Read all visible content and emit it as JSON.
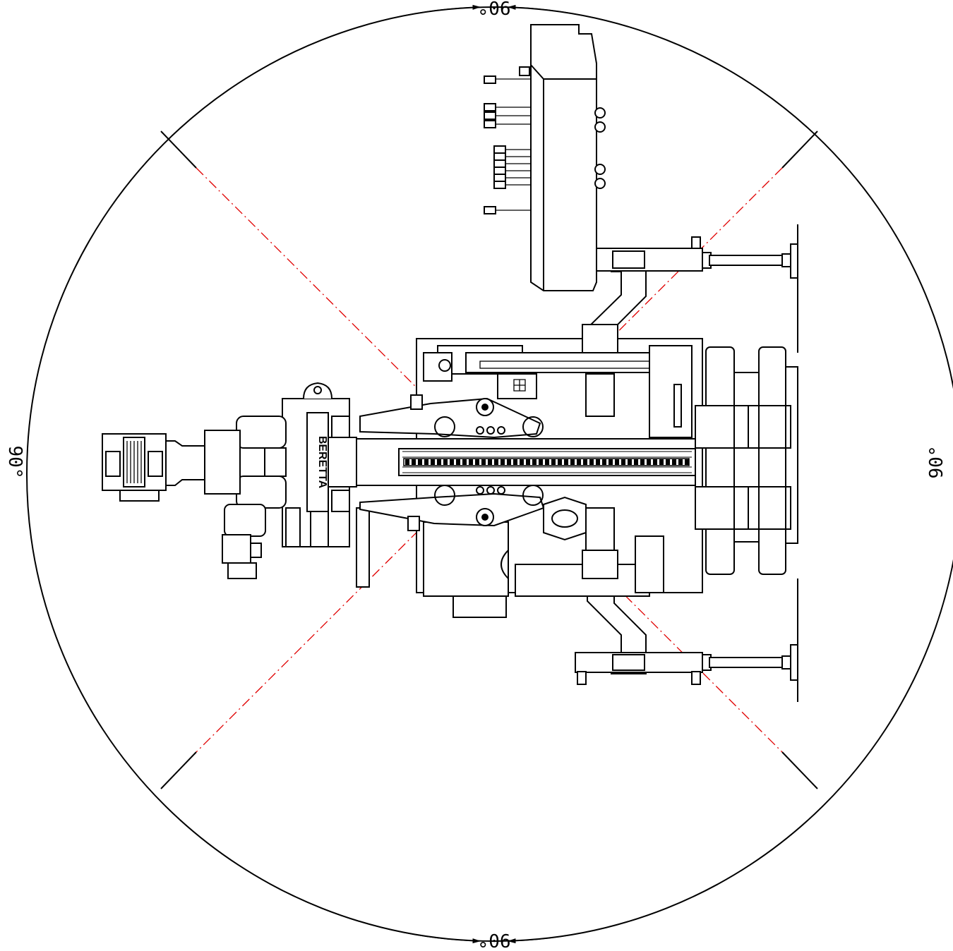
{
  "angle_labels": {
    "top": "90°",
    "bottom": "90°",
    "left": "90°",
    "right": "90°"
  },
  "brand": "BERETTA",
  "colors": {
    "line": "#000000",
    "axis": "#e00000",
    "background": "#ffffff"
  }
}
